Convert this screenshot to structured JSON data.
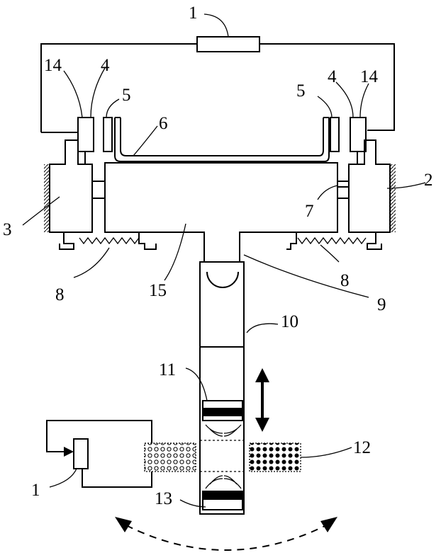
{
  "labels": {
    "l1_top": "1",
    "l14_left": "14",
    "l4_left": "4",
    "l4_right": "4",
    "l14_right": "14",
    "l5_left": "5",
    "l5_right": "5",
    "l6": "6",
    "l2": "2",
    "l3": "3",
    "l7": "7",
    "l8_left": "8",
    "l8_right": "8",
    "l15": "15",
    "l9": "9",
    "l10": "10",
    "l11": "11",
    "l12": "12",
    "l1_bottom": "1",
    "l13": "13"
  },
  "icons": [
    "up-down-arrow-icon",
    "curved-dashed-double-arrow-icon"
  ]
}
